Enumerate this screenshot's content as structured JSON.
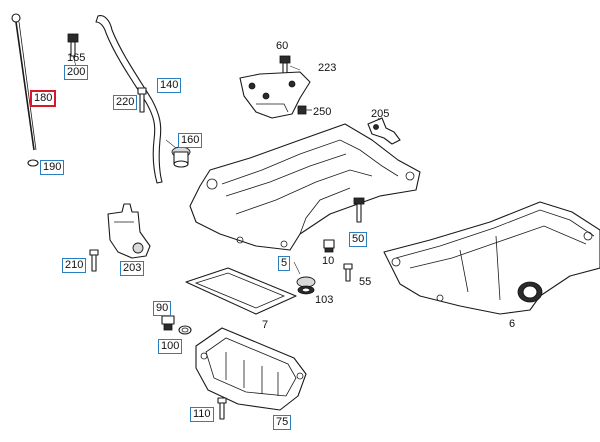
{
  "diagram": {
    "selected_part": "180",
    "colors": {
      "callout_border": "#2a7fc0",
      "selected_border": "#d8182a",
      "line": "#1a1a1a"
    },
    "callouts": {
      "p165": "165",
      "p200": "200",
      "p180": "180",
      "p190": "190",
      "p140": "140",
      "p220": "220",
      "p160": "160",
      "p60": "60",
      "p223": "223",
      "p250": "250",
      "p205": "205",
      "p210": "210",
      "p203": "203",
      "p5": "5",
      "p50": "50",
      "p10": "10",
      "p55": "55",
      "p103": "103",
      "p7": "7",
      "p90": "90",
      "p100": "100",
      "p110": "110",
      "p75": "75",
      "p6": "6"
    }
  }
}
